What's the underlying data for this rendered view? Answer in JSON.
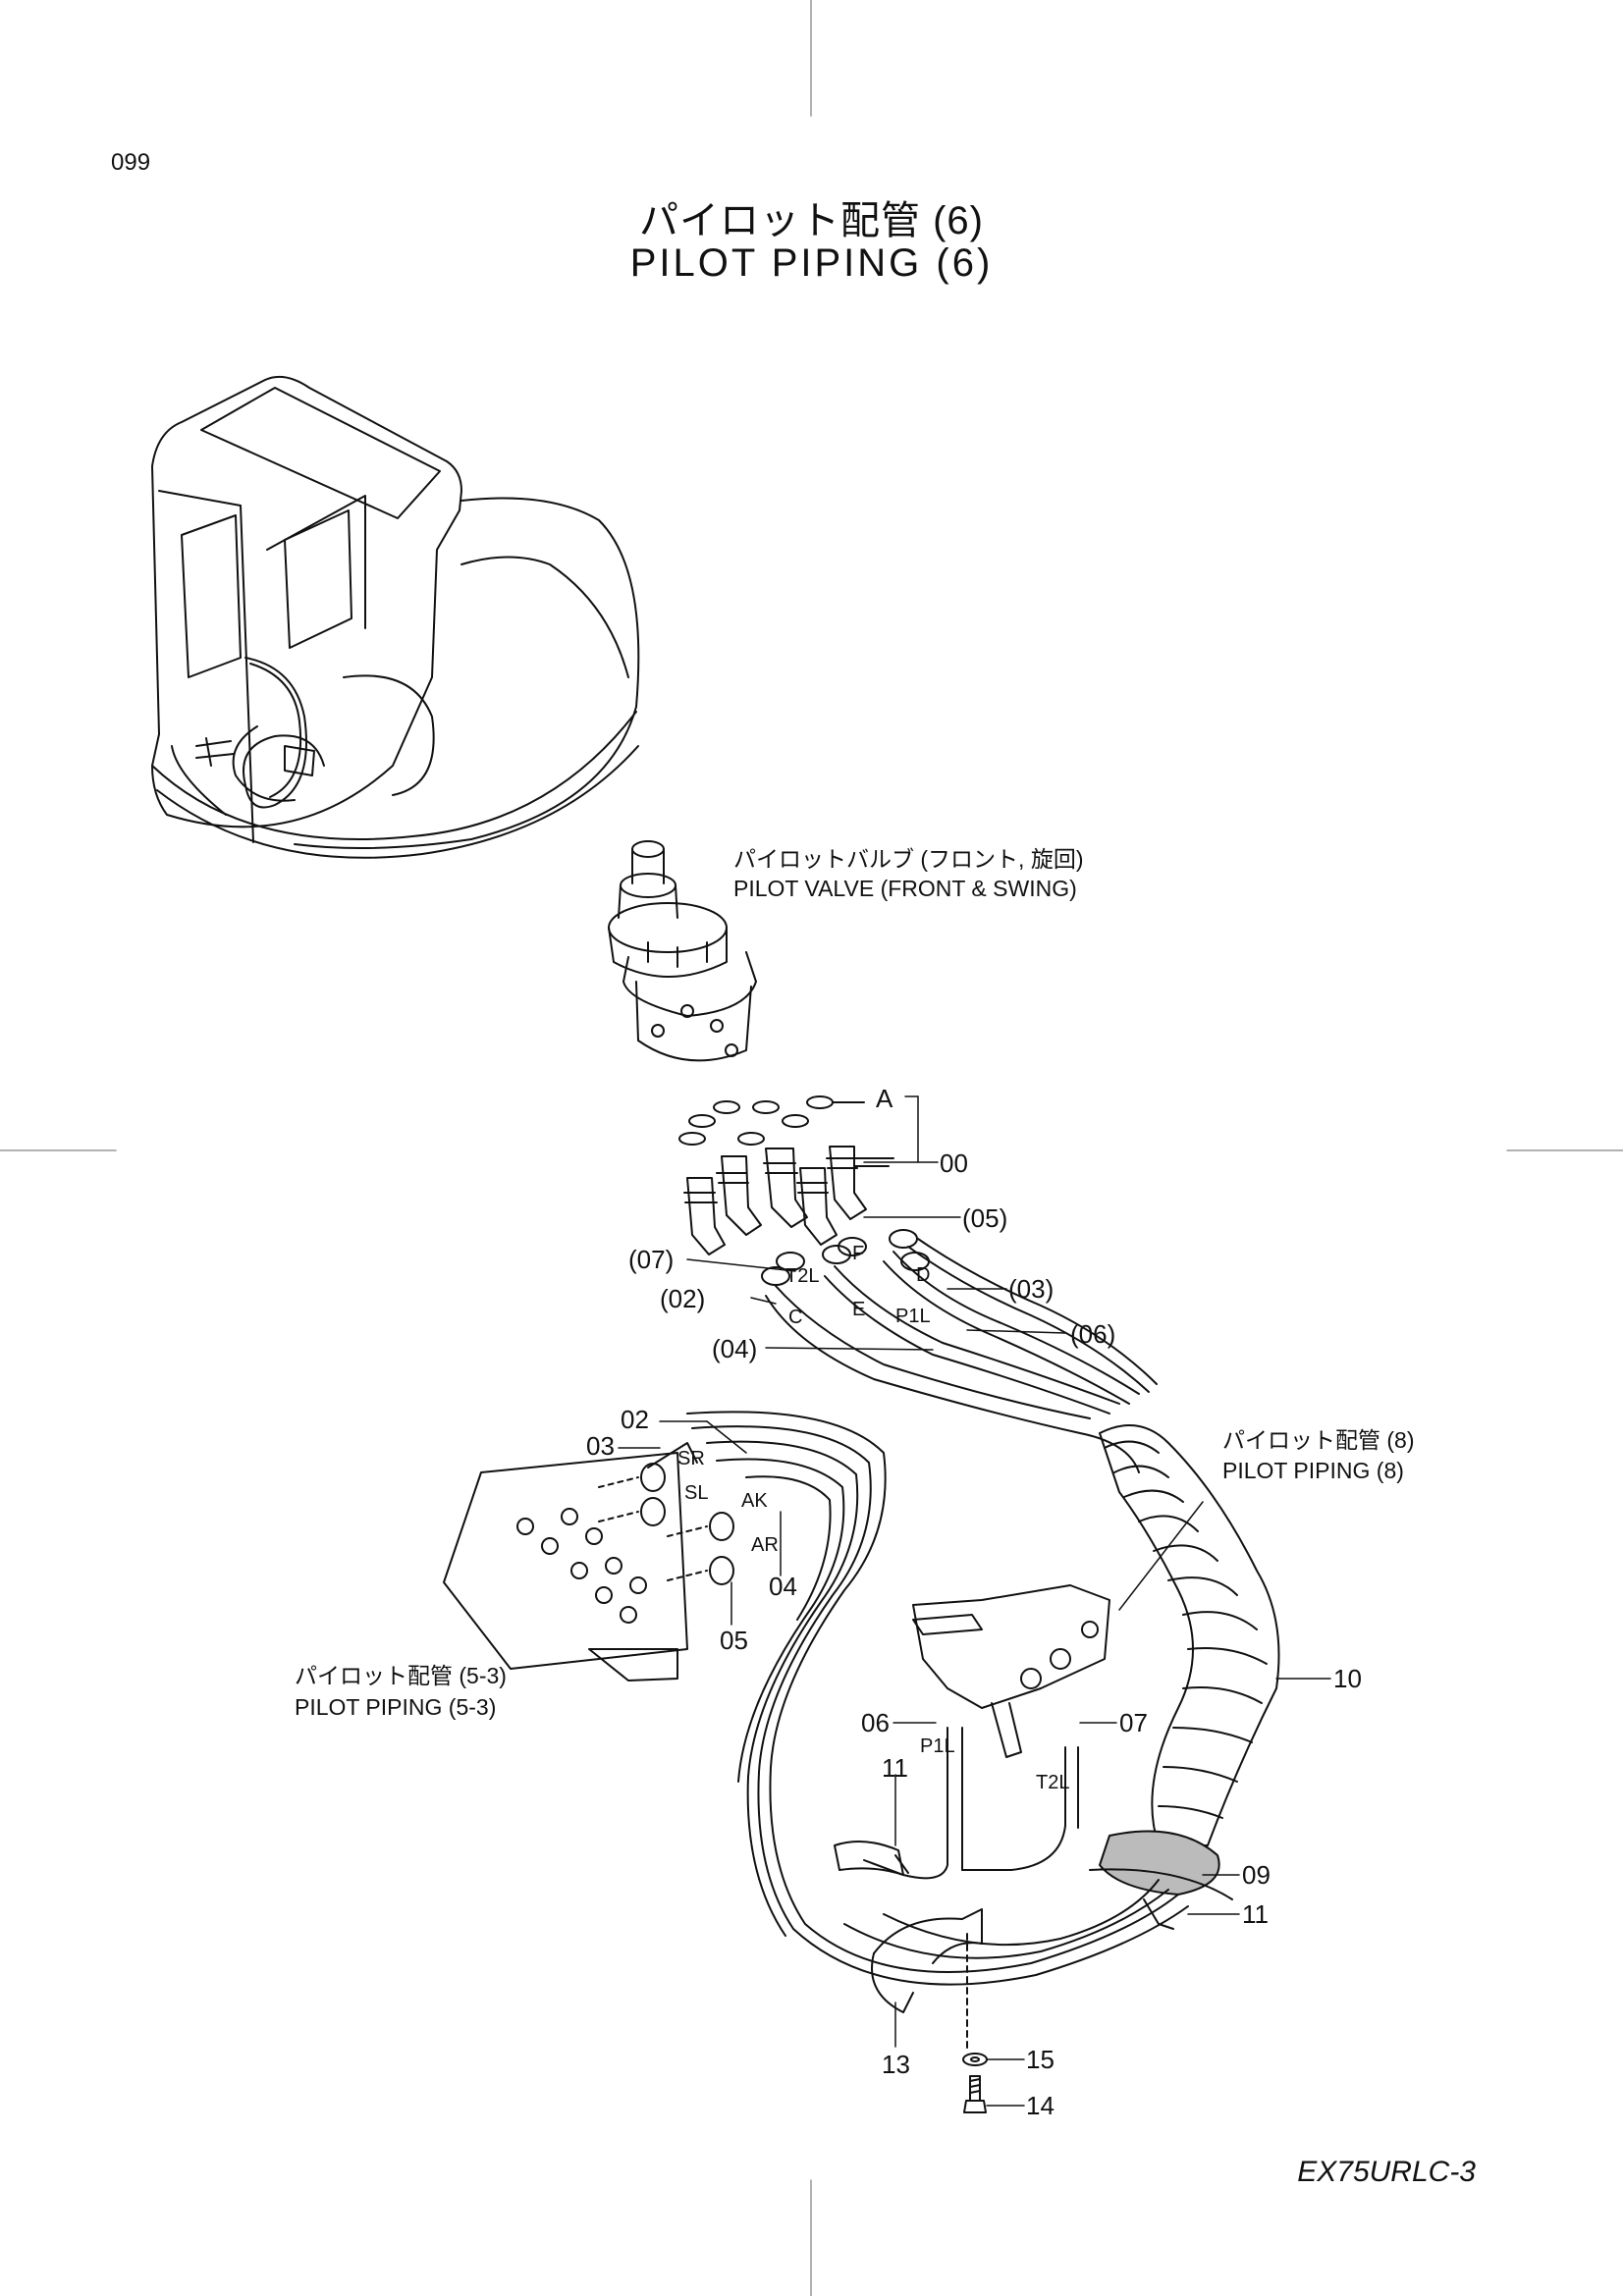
{
  "page_number": "099",
  "title_jp": "パイロット配管 (6)",
  "title_en": "PILOT  PIPING (6)",
  "model": "EX75URLC-3",
  "references": {
    "pilot_valve_jp": "パイロットバルブ (フロント, 旋回)",
    "pilot_valve_en": "PILOT  VALVE  (FRONT & SWING)",
    "pilot_piping_8_jp": "パイロット配管 (8)",
    "pilot_piping_8_en": "PILOT PIPING (8)",
    "pilot_piping_5_3_jp": "パイロット配管 (5-3)",
    "pilot_piping_5_3_en": "PILOT PIPING (5-3)"
  },
  "callouts": {
    "A": "A",
    "c00": "00",
    "c05p": "(05)",
    "c07p": "(07)",
    "c03p": "(03)",
    "c02p": "(02)",
    "c06p": "(06)",
    "c04p": "(04)",
    "c02": "02",
    "c03": "03",
    "c04": "04",
    "c05": "05",
    "c06": "06",
    "c07": "07",
    "c09": "09",
    "c10": "10",
    "c11a": "11",
    "c11b": "11",
    "c13": "13",
    "c14": "14",
    "c15": "15"
  },
  "port_labels": {
    "T2L_top": "T2L",
    "F": "F",
    "D": "D",
    "C": "C",
    "E": "E",
    "P1L_top": "P1L",
    "SR": "SR",
    "SL": "SL",
    "AK": "AK",
    "AR": "AR",
    "P1L_bottom": "P1L",
    "T2L_bottom": "T2L"
  }
}
